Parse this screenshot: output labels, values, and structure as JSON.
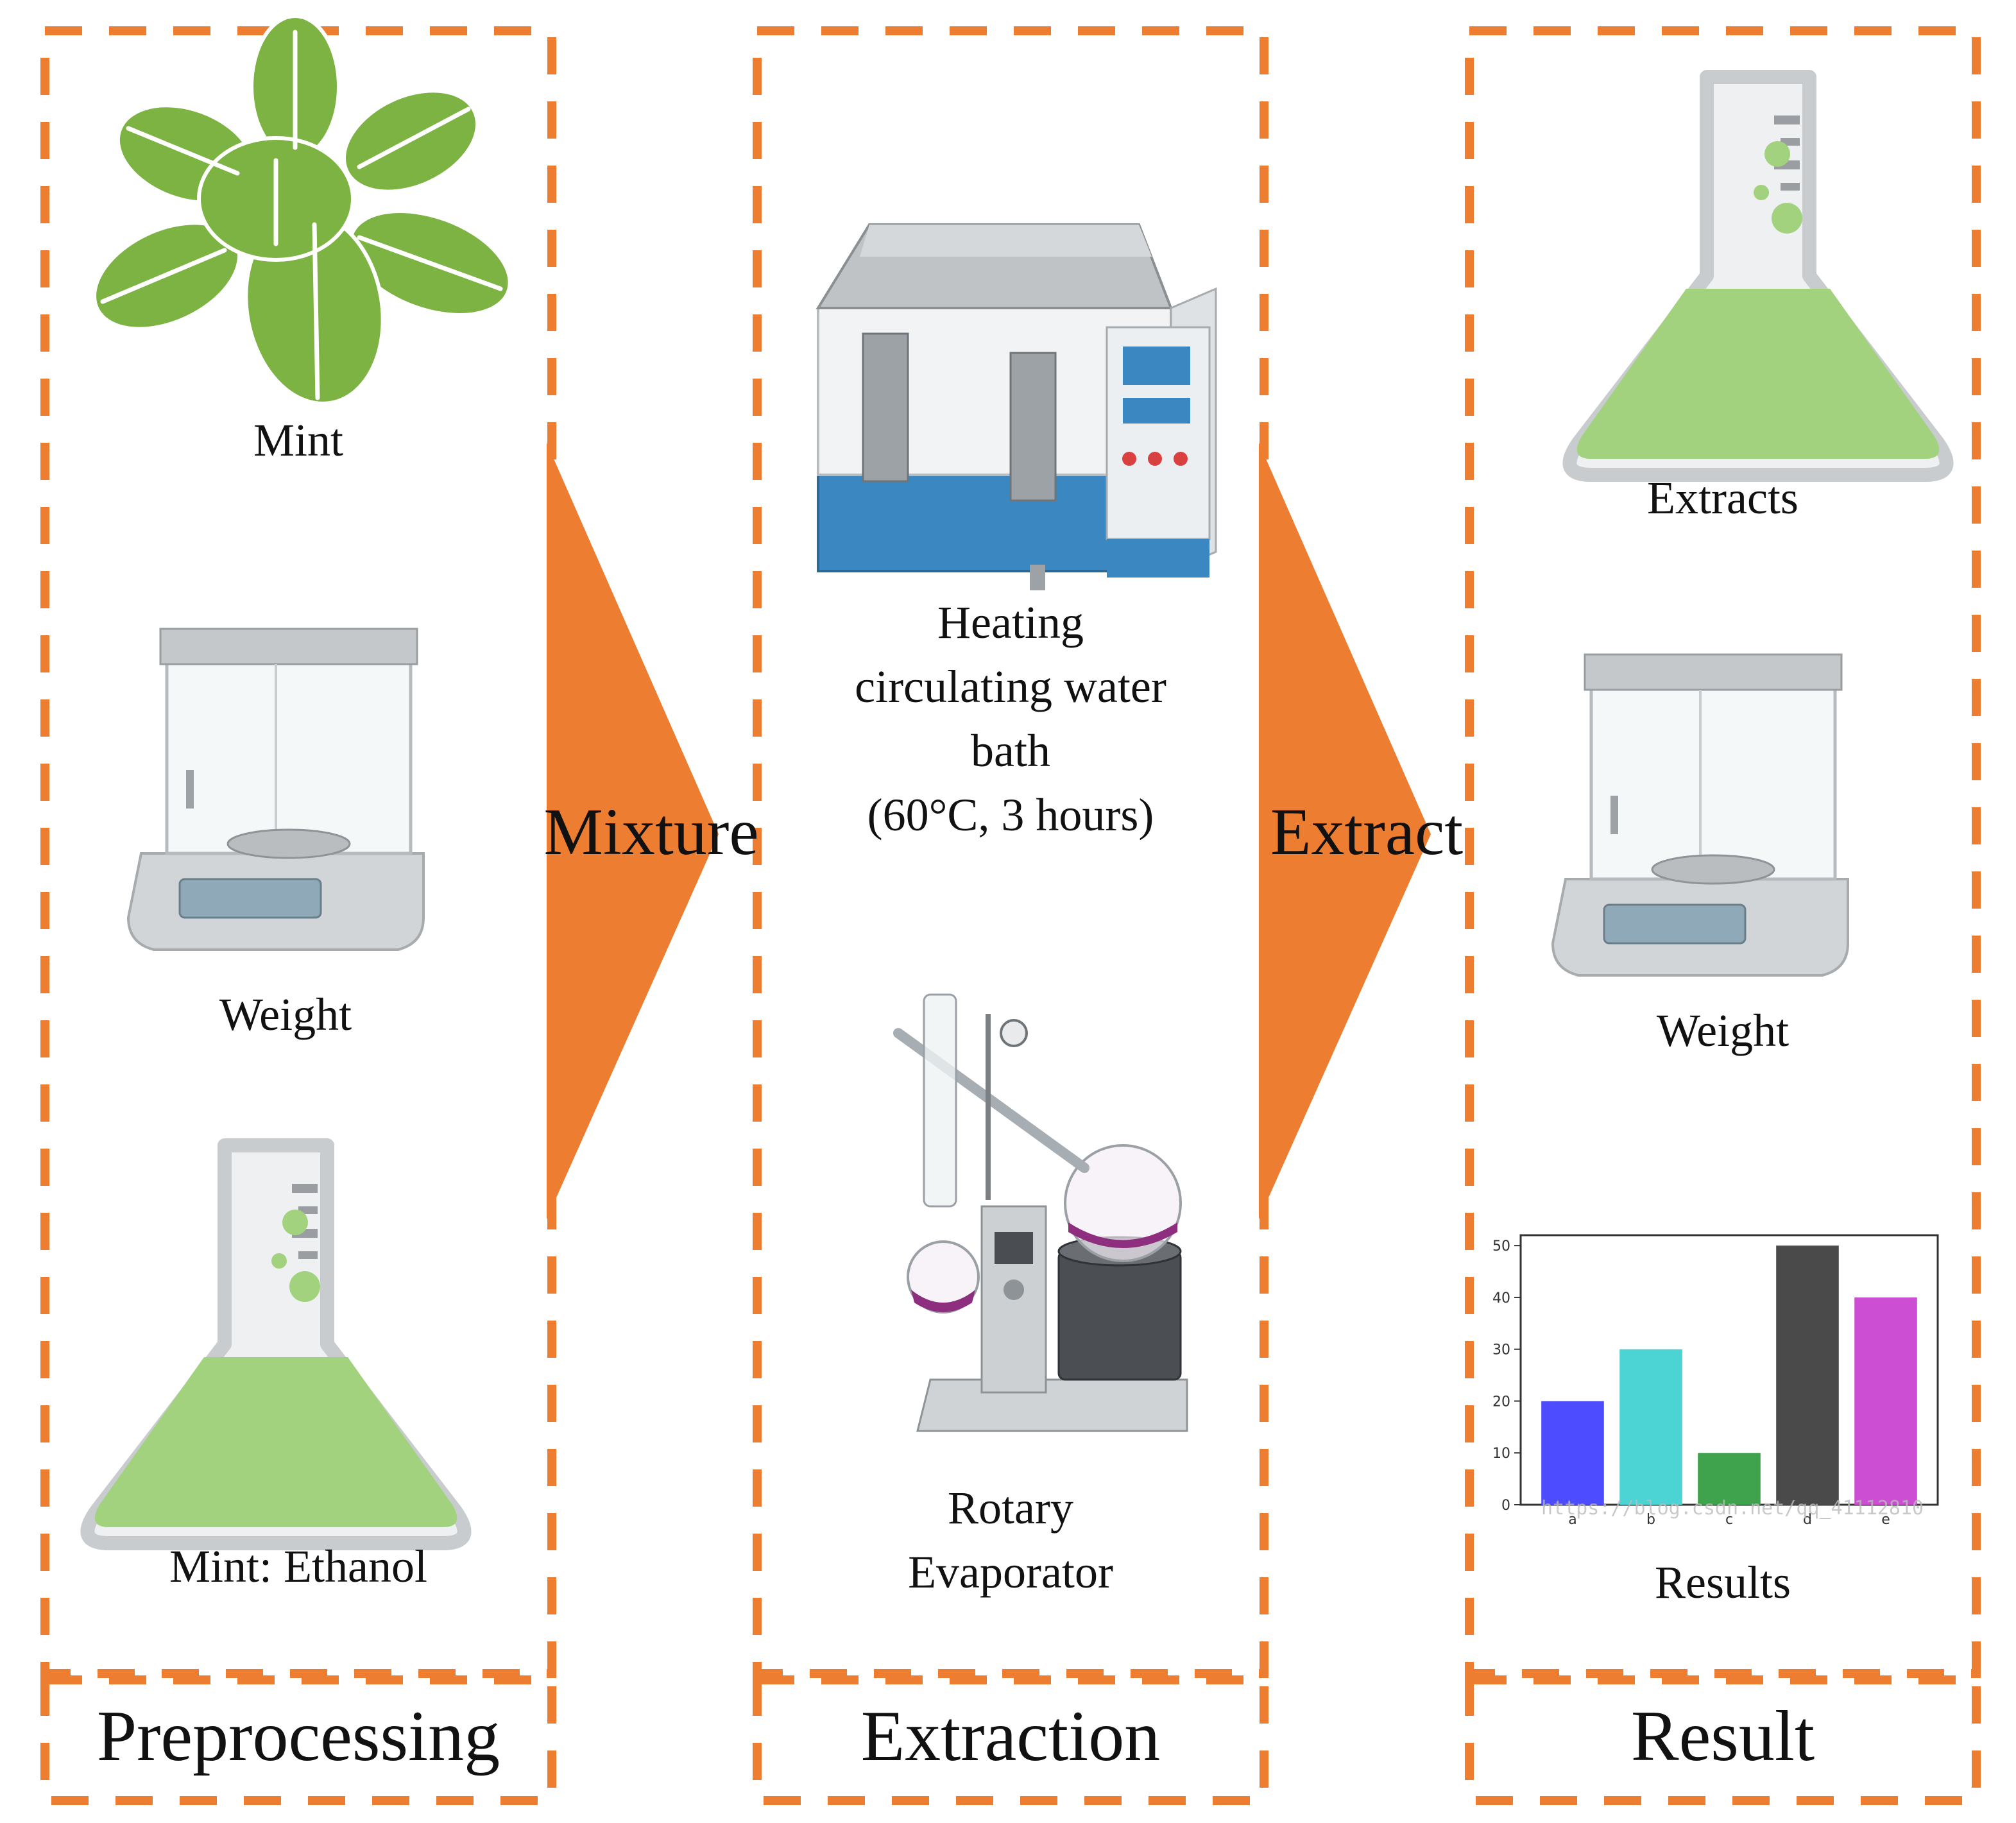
{
  "colors": {
    "accent": "#ED7D31",
    "leaf_green": "#7CB342",
    "liquid_green": "#A3D27E",
    "flask_grey": "#C9CCCE"
  },
  "columns": {
    "preprocessing": {
      "title": "Preprocessing",
      "items": [
        {
          "label": "Mint",
          "icon": "mint-leaves-icon"
        },
        {
          "label": "Weight",
          "icon": "analytical-balance-icon"
        },
        {
          "label": "Mint: Ethanol",
          "icon": "flask-icon"
        }
      ]
    },
    "extraction": {
      "title": "Extraction",
      "items": [
        {
          "label_lines": [
            "Heating",
            "circulating water",
            "bath",
            "(60°C, 3 hours)"
          ],
          "icon": "water-bath-icon"
        },
        {
          "label_lines": [
            "Rotary",
            "Evaporator"
          ],
          "icon": "rotary-evaporator-icon"
        }
      ]
    },
    "result": {
      "title": "Result",
      "items": [
        {
          "label": "Extracts",
          "icon": "flask-icon"
        },
        {
          "label": "Weight",
          "icon": "analytical-balance-icon"
        },
        {
          "label": "Results",
          "icon": "bar-chart-icon"
        }
      ]
    }
  },
  "arrows": {
    "first": "Mixture",
    "second": "Extract"
  },
  "chart_data": {
    "type": "bar",
    "categories": [
      "a",
      "b",
      "c",
      "d",
      "e"
    ],
    "values": [
      20,
      30,
      10,
      50,
      40
    ],
    "colors": [
      "#4D4DFF",
      "#4CD3D3",
      "#3FA34D",
      "#4A4A4A",
      "#CC4ED3"
    ],
    "ylim": [
      0,
      52
    ],
    "yticks": [
      0,
      10,
      20,
      30,
      40,
      50
    ],
    "watermark": "https://blog.csdn.net/qq_41112810"
  }
}
